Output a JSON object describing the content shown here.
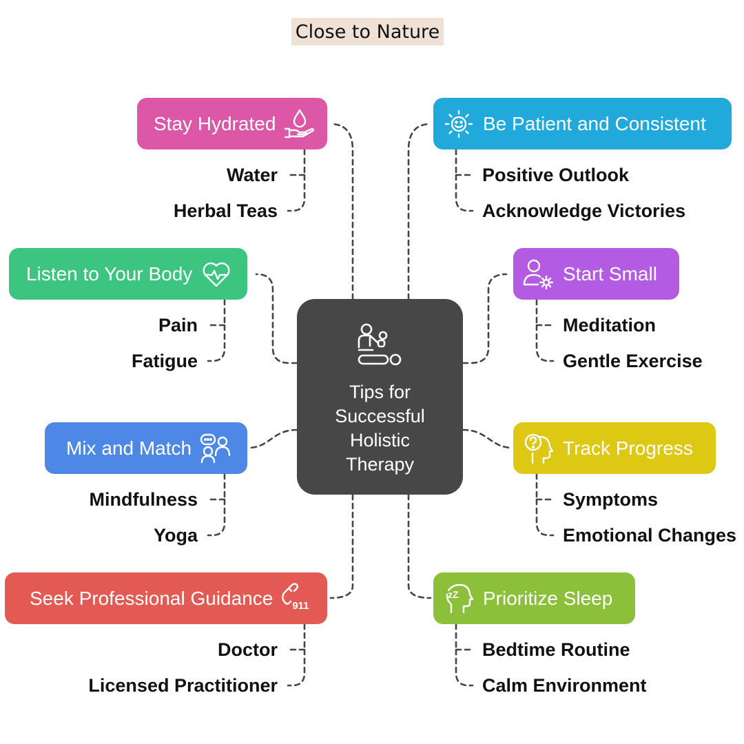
{
  "title": "Close to Nature",
  "center": {
    "label": "Tips for\nSuccessful\nHolistic\nTherapy",
    "icon": "therapist-massage-icon",
    "color": "#474747"
  },
  "branches": {
    "stay_hydrated": {
      "label": "Stay Hydrated",
      "icon": "water-drop-hand-icon",
      "color": "#dc57a6",
      "items": [
        "Water",
        "Herbal Teas"
      ]
    },
    "be_patient": {
      "label": "Be Patient and Consistent",
      "icon": "smiling-sun-icon",
      "color": "#22a9dc",
      "items": [
        "Positive Outlook",
        "Acknowledge Victories"
      ]
    },
    "listen_body": {
      "label": "Listen to Your Body",
      "icon": "heartbeat-icon",
      "color": "#3cc581",
      "items": [
        "Pain",
        "Fatigue"
      ]
    },
    "start_small": {
      "label": "Start Small",
      "icon": "person-gear-icon",
      "color": "#b45be3",
      "items": [
        "Meditation",
        "Gentle Exercise"
      ]
    },
    "mix_match": {
      "label": "Mix and Match",
      "icon": "group-chat-icon",
      "color": "#4e88e6",
      "items": [
        "Mindfulness",
        "Yoga"
      ]
    },
    "track_progress": {
      "label": "Track Progress",
      "icon": "head-question-icon",
      "color": "#ddc914",
      "items": [
        "Symptoms",
        "Emotional Changes"
      ]
    },
    "seek_guidance": {
      "label": "Seek Professional Guidance",
      "icon": "phone-911-icon",
      "icon_text": "911",
      "color": "#e35a55",
      "items": [
        "Doctor",
        "Licensed Practitioner"
      ]
    },
    "prioritize_sleep": {
      "label": "Prioritize Sleep",
      "icon": "sleeping-head-icon",
      "icon_text": "zZ",
      "color": "#8cc03b",
      "items": [
        "Bedtime Routine",
        "Calm Environment"
      ]
    }
  }
}
